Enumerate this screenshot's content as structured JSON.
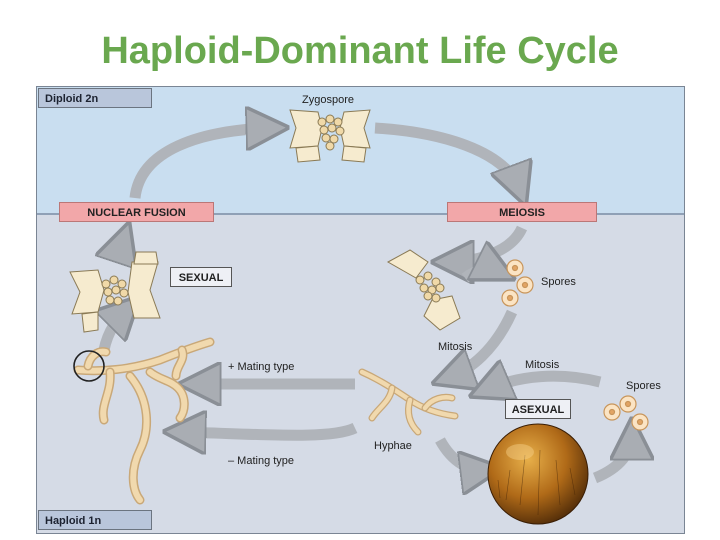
{
  "title": "Haploid-Dominant Life Cycle",
  "zones": {
    "diploid": "Diploid 2n",
    "haploid": "Haploid 1n"
  },
  "stages": {
    "nuclear_fusion": "NUCLEAR FUSION",
    "meiosis": "MEIOSIS",
    "sexual": "SEXUAL",
    "asexual": "ASEXUAL"
  },
  "labels": {
    "zygospore": "Zygospore",
    "spores_top": "Spores",
    "spores_bottom": "Spores",
    "mitosis_left": "Mitosis",
    "mitosis_right": "Mitosis",
    "plus_mating": "+ Mating type",
    "minus_mating": "– Mating type",
    "hyphae": "Hyphae"
  },
  "colors": {
    "title": "#6aa84f",
    "diploid_band": "#c9def0",
    "haploid_band": "#d5dbe6",
    "stage_red": "#f2a7a9",
    "arrow": "#b0b4ba",
    "hyphae": "#f1d9ae"
  }
}
